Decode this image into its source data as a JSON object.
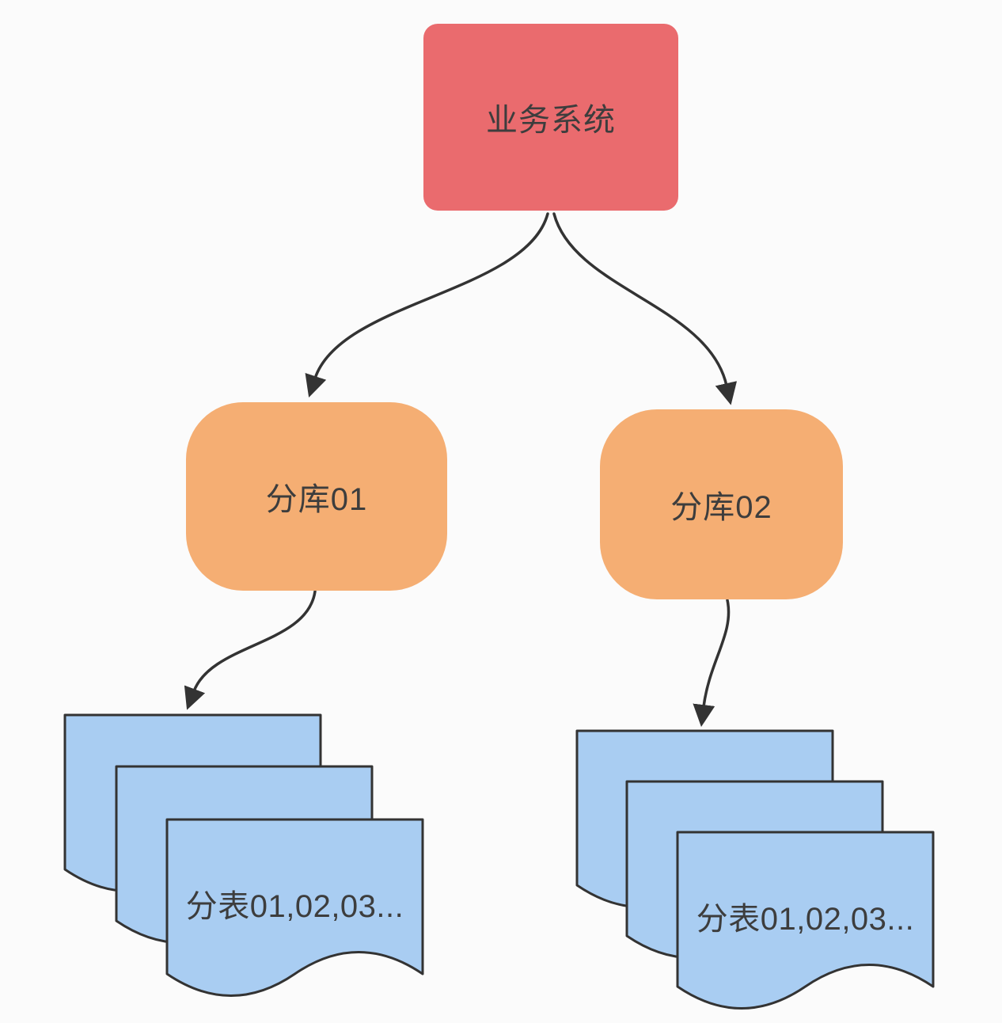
{
  "diagram": {
    "background": "#fbfbfb",
    "stroke_color": "#333333",
    "text_color": "#3d3d3d",
    "nodes": {
      "business_system": {
        "label": "业务系统",
        "fill": "#ea6b6e",
        "shape": "rounded-rectangle"
      },
      "shard_db_01": {
        "label": "分库01",
        "fill": "#f5ae73",
        "shape": "rounded-rectangle"
      },
      "shard_db_02": {
        "label": "分库02",
        "fill": "#f5ae73",
        "shape": "rounded-rectangle"
      },
      "shard_tables_left": {
        "label": "分表01,02,03...",
        "fill": "#a9cdf2",
        "shape": "document-stack"
      },
      "shard_tables_right": {
        "label": "分表01,02,03...",
        "fill": "#a9cdf2",
        "shape": "document-stack"
      }
    },
    "edges": [
      {
        "from": "business_system",
        "to": "shard_db_01"
      },
      {
        "from": "business_system",
        "to": "shard_db_02"
      },
      {
        "from": "shard_db_01",
        "to": "shard_tables_left"
      },
      {
        "from": "shard_db_02",
        "to": "shard_tables_right"
      }
    ]
  }
}
